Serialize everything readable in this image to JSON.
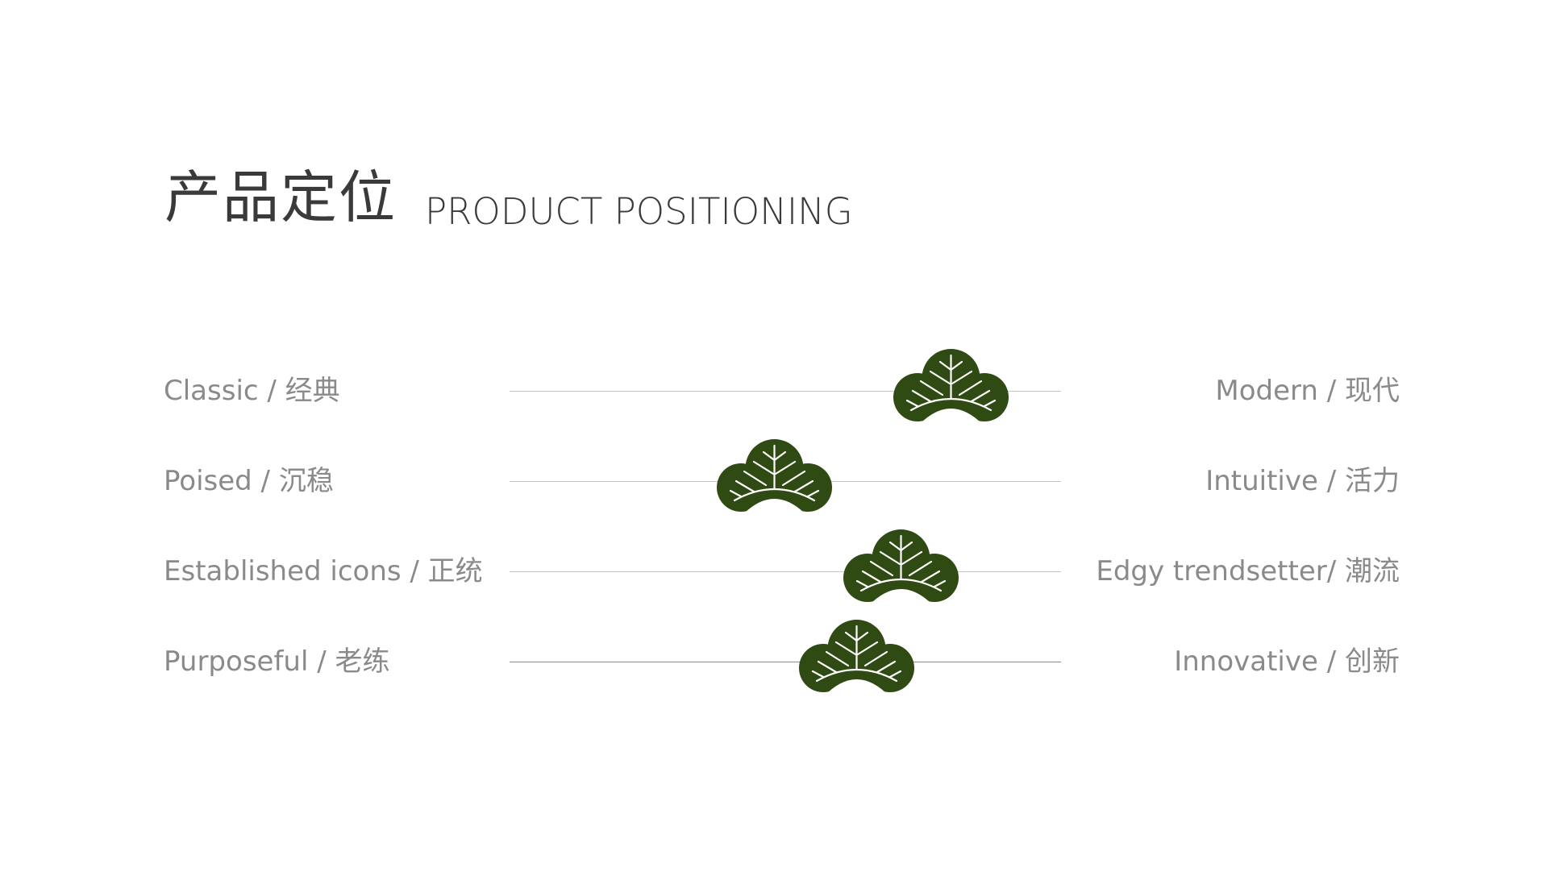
{
  "header": {
    "title_cn": "产品定位",
    "title_en": "PRODUCT POSITIONING"
  },
  "colors": {
    "marker": "#2f4a12",
    "marker_vein": "#ffffff",
    "line": "#c6c6c6",
    "label": "#8a8a8a",
    "title": "#3a3a3a"
  },
  "icon": "pine-tree-icon",
  "scales": [
    {
      "left": "Classic / 经典",
      "right": "Modern / 现代",
      "position": 0.8
    },
    {
      "left": "Poised / 沉稳",
      "right": "Intuitive / 活力",
      "position": 0.48
    },
    {
      "left": "Established icons / 正统",
      "right": "Edgy trendsetter/ 潮流",
      "position": 0.71
    },
    {
      "left": "Purposeful / 老练",
      "right": "Innovative / 创新",
      "position": 0.63
    }
  ]
}
